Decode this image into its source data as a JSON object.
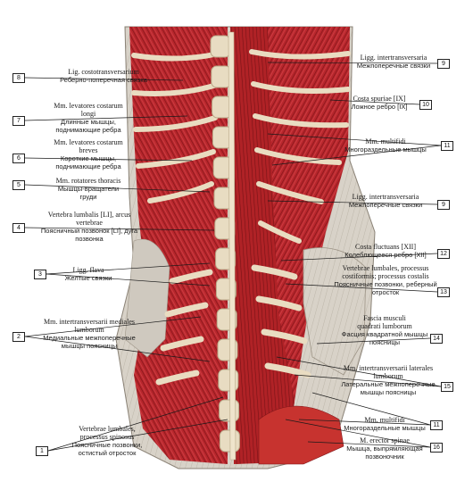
{
  "labels": [
    {
      "num": "8",
      "latin": "Lig. costotransversarium",
      "russian": "Реберно-поперечная связка"
    },
    {
      "num": "7",
      "latin": "Mm. levatores costarum longi",
      "russian": "Длинные мышцы, поднимающие ребра"
    },
    {
      "num": "6",
      "latin": "Mm. levatores costarum breves",
      "russian": "Короткие мышцы, поднимающие ребра"
    },
    {
      "num": "5",
      "latin": "Mm. rotatores thoracis",
      "russian": "Мышцы-вращатели груди"
    },
    {
      "num": "4",
      "latin": "Vertebra lumbalis [LI], arcus vertebrae",
      "russian": "Поясничный позвонок [LI], дуга позвонка"
    },
    {
      "num": "3",
      "latin": "Ligg. flava",
      "russian": "Желтые связки"
    },
    {
      "num": "2",
      "latin": "Mm. intertransversarii mediales lumborum",
      "russian": "Медиальные межпоперечные мышцы поясницы"
    },
    {
      "num": "1",
      "latin": "Vertebrae lumbales, processus spinosus",
      "russian": "Поясничные позвонки, остистый отросток"
    },
    {
      "num": "9",
      "latin": "Ligg. intertransversaria",
      "russian": "Межпоперечные связки"
    },
    {
      "num": "10",
      "latin": "Costa spuriae [IX]",
      "russian": "Ложное ребро [IX]"
    },
    {
      "num": "11",
      "latin": "Mm. multifidi",
      "russian": "Многораздельные мышцы"
    },
    {
      "num": "9",
      "latin": "Ligg. intertransversaria",
      "russian": "Межпоперечные связки"
    },
    {
      "num": "12",
      "latin": "Costa fluctuans [XII]",
      "russian": "Колеблющееся ребро [XII]"
    },
    {
      "num": "13",
      "latin": "Vertebrae lumbales, processus costiformis; processus costalis",
      "russian": "Поясничные позвонки, реберный отросток"
    },
    {
      "num": "14",
      "latin": "Fascia musculi quadrati lumborum",
      "russian": "Фасция квадратной мышцы поясницы"
    },
    {
      "num": "15",
      "latin": "Mm. intertransversarii laterales lumborum",
      "russian": "Латеральные межпоперечные мышцы поясницы"
    },
    {
      "num": "11",
      "latin": "Mm. multifidi",
      "russian": "Многораздельные мышцы"
    },
    {
      "num": "16",
      "latin": "M. erector spinae",
      "russian": "Мышца, выпрямляющая позвоночник"
    }
  ],
  "colors": {
    "muscle": "#b8262c",
    "muscle_dark": "#7e1519",
    "bone": "#e8dcc2",
    "bone_shade": "#b9a888",
    "fascia": "#d9d4cc",
    "line": "#1a1a1a"
  }
}
